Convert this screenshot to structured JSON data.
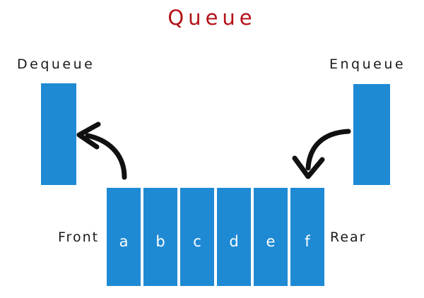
{
  "diagram": {
    "title": "Queue",
    "title_color": "#b21117",
    "background_color": "#ffffff",
    "accent_color": "#1f8ad4",
    "text_color": "#1a1a1a",
    "cell_text_color": "#ffffff",
    "arrow_color": "#111111"
  },
  "operations": {
    "dequeue": {
      "label": "Dequeue",
      "arrow_name": "dequeue-arrow",
      "direction": "out-to-left"
    },
    "enqueue": {
      "label": "Enqueue",
      "arrow_name": "enqueue-arrow",
      "direction": "in-from-right"
    }
  },
  "queue": {
    "front_label": "Front",
    "rear_label": "Rear",
    "items": [
      {
        "value": "a"
      },
      {
        "value": "b"
      },
      {
        "value": "c"
      },
      {
        "value": "d"
      },
      {
        "value": "e"
      },
      {
        "value": "f"
      }
    ]
  }
}
